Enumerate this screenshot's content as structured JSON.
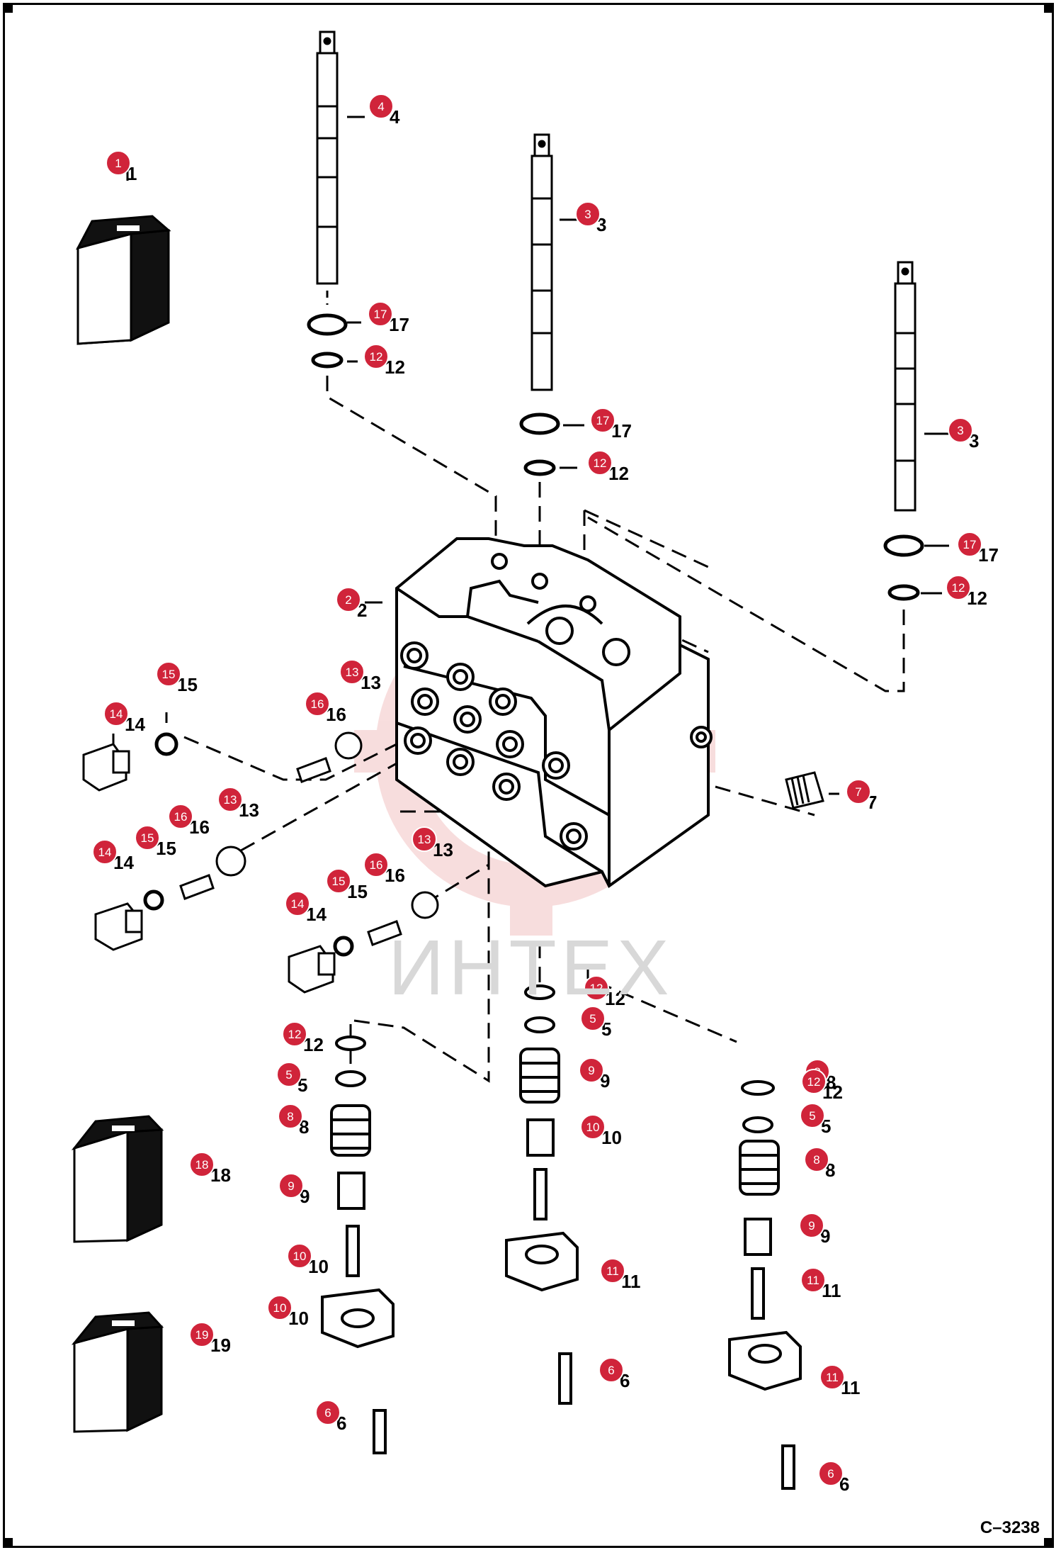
{
  "drawing": {
    "code": "C–3238",
    "watermark_text": "ИНТЕХ"
  },
  "colors": {
    "callout_fill": "#d0243a",
    "callout_stroke": "#ffffff",
    "line": "#000000",
    "watermark": "#f2c3c3"
  },
  "callouts": [
    {
      "number": "1"
    },
    {
      "number": "4"
    },
    {
      "number": "3"
    },
    {
      "number": "17"
    },
    {
      "number": "12"
    },
    {
      "number": "17"
    },
    {
      "number": "12"
    },
    {
      "number": "3"
    },
    {
      "number": "17"
    },
    {
      "number": "12"
    },
    {
      "number": "2"
    },
    {
      "number": "15"
    },
    {
      "number": "13"
    },
    {
      "number": "14"
    },
    {
      "number": "16"
    },
    {
      "number": "13"
    },
    {
      "number": "16"
    },
    {
      "number": "15"
    },
    {
      "number": "14"
    },
    {
      "number": "7"
    },
    {
      "number": "13"
    },
    {
      "number": "16"
    },
    {
      "number": "15"
    },
    {
      "number": "14"
    },
    {
      "number": "12"
    },
    {
      "number": "5"
    },
    {
      "number": "12"
    },
    {
      "number": "5"
    },
    {
      "number": "8"
    },
    {
      "number": "9"
    },
    {
      "number": "8"
    },
    {
      "number": "12"
    },
    {
      "number": "5"
    },
    {
      "number": "8"
    },
    {
      "number": "18"
    },
    {
      "number": "9"
    },
    {
      "number": "10"
    },
    {
      "number": "9"
    },
    {
      "number": "10"
    },
    {
      "number": "11"
    },
    {
      "number": "10"
    },
    {
      "number": "11"
    },
    {
      "number": "19"
    },
    {
      "number": "6"
    },
    {
      "number": "11"
    },
    {
      "number": "6"
    },
    {
      "number": "6"
    }
  ]
}
